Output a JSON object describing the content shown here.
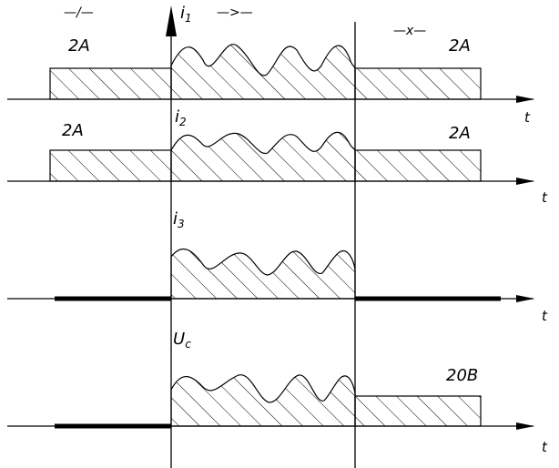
{
  "plots": [
    {
      "signal": "i1",
      "symbol": "i",
      "sub": "1",
      "left_value": "2A",
      "right_value": "2A",
      "axis_label": "t",
      "before_marker": "—/—",
      "during_marker": "—>—",
      "after_marker": "—x—"
    },
    {
      "signal": "i2",
      "symbol": "i",
      "sub": "2",
      "left_value": "2A",
      "right_value": "2A",
      "axis_label": "t"
    },
    {
      "signal": "i3",
      "symbol": "i",
      "sub": "3",
      "axis_label": "t"
    },
    {
      "signal": "Uc",
      "symbol": "U",
      "sub": "c",
      "right_value": "20B",
      "axis_label": "t"
    }
  ],
  "colors": {
    "ink": "#000000",
    "background": "#ffffff"
  }
}
